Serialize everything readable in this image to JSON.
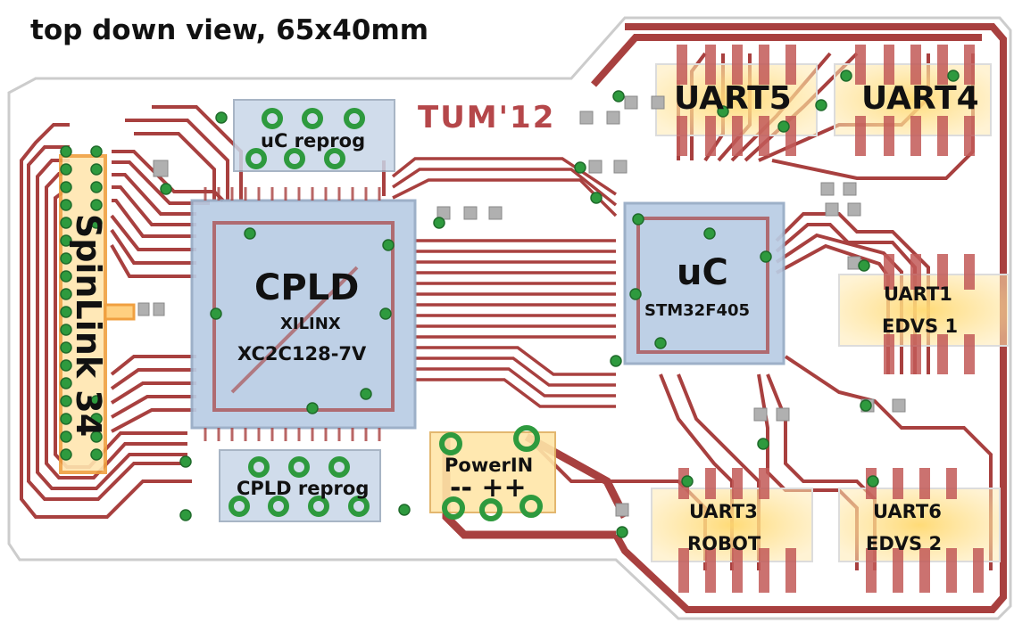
{
  "title": "top down view, 65x40mm",
  "silkscreen": "TUM'12",
  "components": {
    "spinlink": "SpinLink 34",
    "uc_reprog": "uC reprog",
    "cpld": {
      "name": "CPLD",
      "vendor": "XILINX",
      "part": "XC2C128-7V"
    },
    "cpld_reprog": "CPLD reprog",
    "uc": {
      "name": "uC",
      "part": "STM32F405"
    },
    "power": {
      "name": "PowerIN",
      "polarity": "-- ++"
    },
    "uart5": "UART5",
    "uart4": "UART4",
    "uart1": {
      "name": "UART1",
      "sub": "EDVS 1"
    },
    "uart3": {
      "name": "UART3",
      "sub": "ROBOT"
    },
    "uart6": {
      "name": "UART6",
      "sub": "EDVS 2"
    }
  },
  "colors": {
    "trace": "#a8403f",
    "board_outline": "#d8d8d8",
    "chip_fill": "#b9cde4",
    "connector_fill": "#ffe9a8",
    "via": "#2e9a3e",
    "pad": "#c9c9c9"
  }
}
